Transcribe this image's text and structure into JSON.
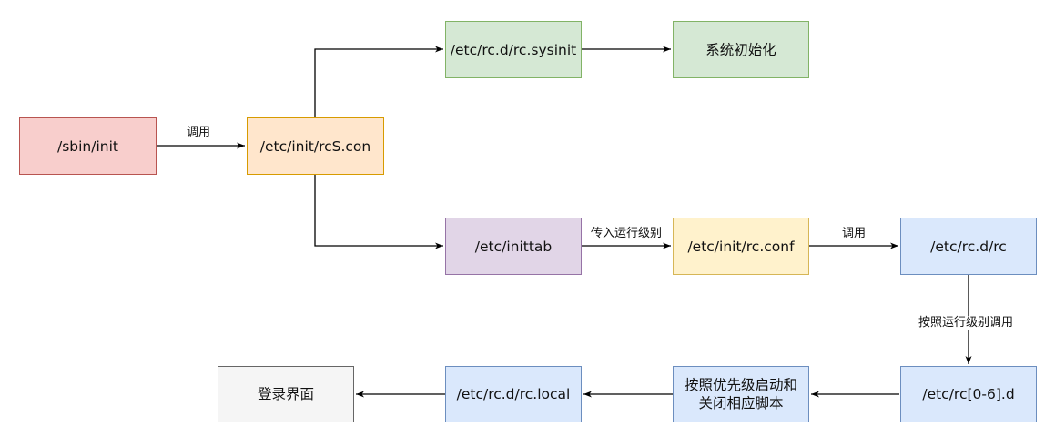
{
  "colors": {
    "red": {
      "fill": "#f8cecc",
      "stroke": "#b85450"
    },
    "orange": {
      "fill": "#ffe6cc",
      "stroke": "#d79b00"
    },
    "green": {
      "fill": "#d5e8d4",
      "stroke": "#82b366"
    },
    "purple": {
      "fill": "#e1d5e7",
      "stroke": "#9673a6"
    },
    "yellow": {
      "fill": "#fff2cc",
      "stroke": "#d6b656"
    },
    "blue": {
      "fill": "#dae8fc",
      "stroke": "#6c8ebf"
    },
    "gray": {
      "fill": "#f5f5f5",
      "stroke": "#666666"
    },
    "edge": "#000000"
  },
  "nodes": {
    "sbin_init": {
      "label": "/sbin/init",
      "color": "red"
    },
    "rcs_con": {
      "label": "/etc/init/rcS.con",
      "color": "orange"
    },
    "rc_sysinit": {
      "label": "/etc/rc.d/rc.sysinit",
      "color": "green"
    },
    "sys_init": {
      "label": "系统初始化",
      "color": "green"
    },
    "inittab": {
      "label": "/etc/inittab",
      "color": "purple"
    },
    "rc_conf": {
      "label": "/etc/init/rc.conf",
      "color": "yellow"
    },
    "rcd_rc": {
      "label": "/etc/rc.d/rc",
      "color": "blue"
    },
    "rc_0_6": {
      "label": "/etc/rc[0-6].d",
      "color": "blue"
    },
    "priority_start": {
      "label": "按照优先级启动和\n关闭相应脚本",
      "color": "blue"
    },
    "rc_local": {
      "label": "/etc/rc.d/rc.local",
      "color": "blue"
    },
    "login": {
      "label": "登录界面",
      "color": "gray"
    }
  },
  "edges": {
    "sbin_to_rcs": {
      "label": "调用"
    },
    "inittab_to_rcconf": {
      "label": "传入运行级别"
    },
    "rcconf_to_rcdrc": {
      "label": "调用"
    },
    "rcdrc_to_rc06": {
      "label": "按照运行级别调用"
    }
  }
}
